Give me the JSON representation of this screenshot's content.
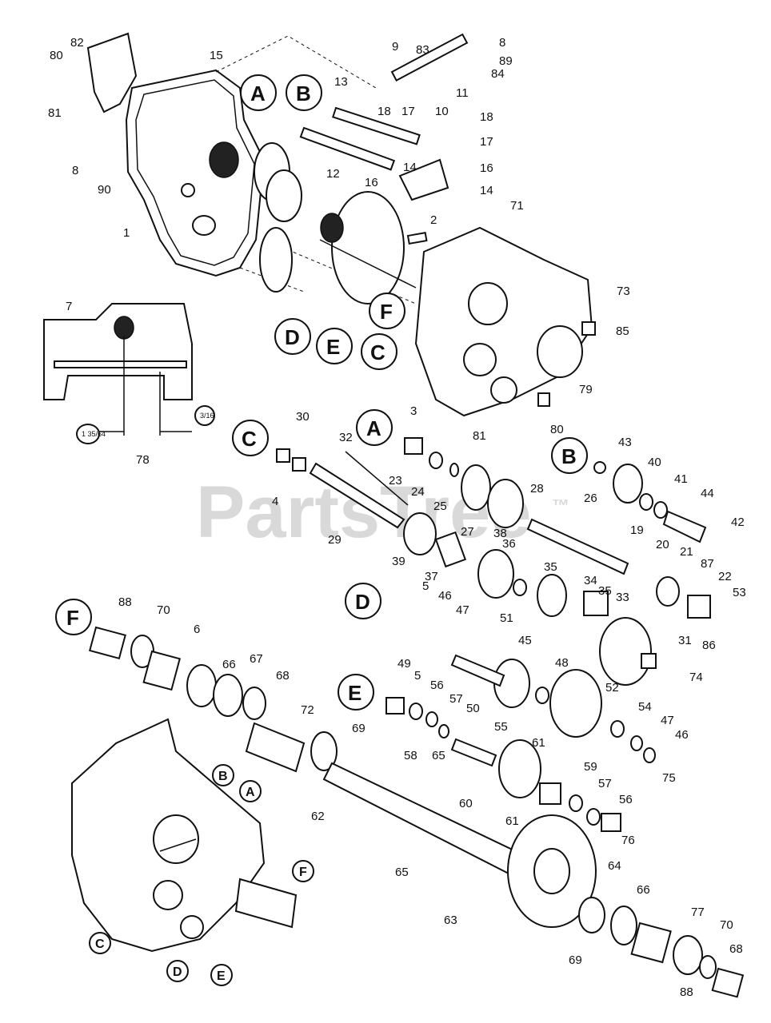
{
  "watermark": {
    "text": "PartsTree",
    "mark": "™"
  },
  "callouts": {
    "A": "A",
    "B": "B",
    "C": "C",
    "D": "D",
    "E": "E",
    "F": "F"
  },
  "inset_dimensions": {
    "left": "1 35/64",
    "right": "3/16"
  },
  "part_numbers": {
    "p1": "1",
    "p2": "2",
    "p3": "3",
    "p4": "4",
    "p5a": "5",
    "p5b": "5",
    "p6": "6",
    "p7": "7",
    "p8a": "8",
    "p8b": "8",
    "p9": "9",
    "p10": "10",
    "p11": "11",
    "p12": "12",
    "p13": "13",
    "p14a": "14",
    "p14b": "14",
    "p15": "15",
    "p16a": "16",
    "p16b": "16",
    "p17a": "17",
    "p17b": "17",
    "p18a": "18",
    "p18b": "18",
    "p19": "19",
    "p20": "20",
    "p21": "21",
    "p22": "22",
    "p23": "23",
    "p24": "24",
    "p25": "25",
    "p26": "26",
    "p27": "27",
    "p28": "28",
    "p29": "29",
    "p30": "30",
    "p31": "31",
    "p32": "32",
    "p33": "33",
    "p34": "34",
    "p35a": "35",
    "p35b": "35",
    "p36": "36",
    "p37": "37",
    "p38": "38",
    "p39": "39",
    "p40": "40",
    "p41": "41",
    "p42": "42",
    "p43": "43",
    "p44": "44",
    "p45": "45",
    "p46a": "46",
    "p46b": "46",
    "p47a": "47",
    "p47b": "47",
    "p48": "48",
    "p49": "49",
    "p50": "50",
    "p51": "51",
    "p52": "52",
    "p53": "53",
    "p54": "54",
    "p55": "55",
    "p56a": "56",
    "p56b": "56",
    "p57a": "57",
    "p57b": "57",
    "p58": "58",
    "p59": "59",
    "p60": "60",
    "p61a": "61",
    "p61b": "61",
    "p62": "62",
    "p63": "63",
    "p64": "64",
    "p65a": "65",
    "p65b": "65",
    "p66a": "66",
    "p66b": "66",
    "p67": "67",
    "p68a": "68",
    "p68b": "68",
    "p69a": "69",
    "p69b": "69",
    "p70a": "70",
    "p70b": "70",
    "p71": "71",
    "p72": "72",
    "p73": "73",
    "p74": "74",
    "p75": "75",
    "p76": "76",
    "p77": "77",
    "p78": "78",
    "p79": "79",
    "p80a": "80",
    "p80b": "80",
    "p81a": "81",
    "p81b": "81",
    "p82": "82",
    "p83": "83",
    "p84": "84",
    "p85": "85",
    "p86": "86",
    "p87": "87",
    "p88a": "88",
    "p88b": "88",
    "p89": "89",
    "p90": "90"
  }
}
